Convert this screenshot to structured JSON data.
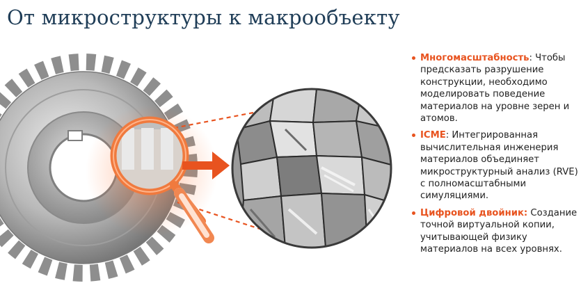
{
  "header": {
    "title": "От микроструктуры к макрообъекту"
  },
  "bullets": [
    {
      "term": "Многомасштабность",
      "text": ": Чтобы предсказать разрушение конструкции, необходимо моделировать поведение материалов на уровне зерен и атомов."
    },
    {
      "term": "ICME",
      "text": ": Интегрированная вычислительная инженерия материалов объединяет микроструктурный анализ (RVE) с полномасштабными симуляциями."
    },
    {
      "term": "Цифровой двойник:",
      "text": " Создание точной виртуальной копии, учитывающей физику материалов на всех уровнях."
    }
  ],
  "illustration": {
    "main": "gear",
    "magnifier": "magnifying-glass",
    "arrow": "arrow-right",
    "detail": "grain-microstructure",
    "accent_color": "#e8531f"
  }
}
